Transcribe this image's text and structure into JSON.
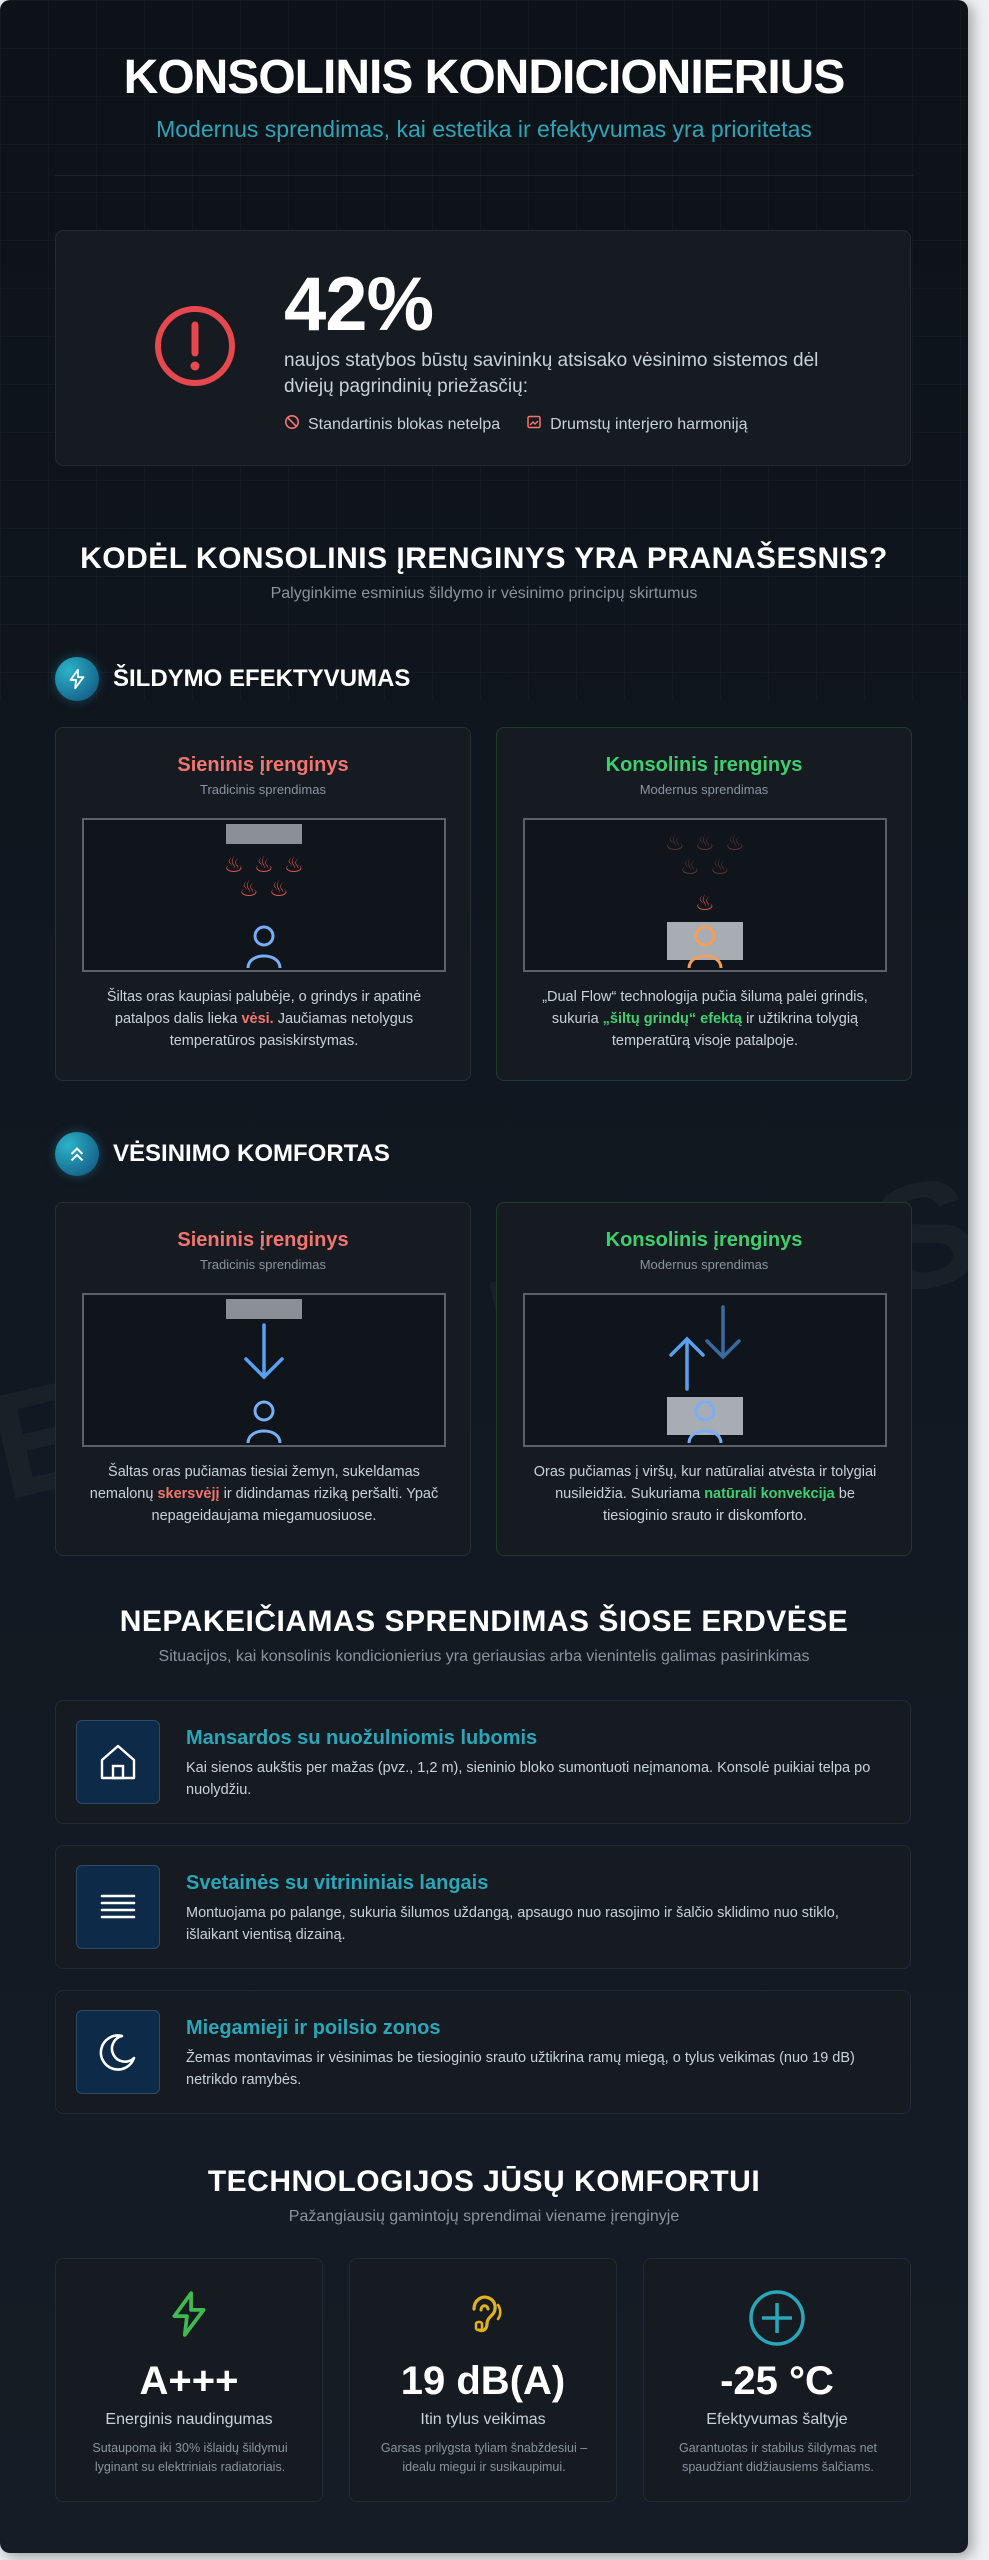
{
  "header": {
    "title": "KONSOLINIS KONDICIONIERIUS",
    "subtitle": "Modernus sprendimas, kai estetika ir efektyvumas yra prioritetas"
  },
  "stat": {
    "number": "42%",
    "percent": 42,
    "text": "naujos statybos būstų savininkų atsisako vėsinimo sistemos dėl dviejų pagrindinių priežasčių:",
    "reasons": [
      {
        "label": "Standartinis blokas netelpa",
        "icon": "prohibited-icon"
      },
      {
        "label": "Drumstų interjero harmoniją",
        "icon": "broken-image-icon"
      }
    ],
    "icon": "alert-circle-icon"
  },
  "why": {
    "title": "KODĖL KONSOLINIS ĮRENGINYS YRA PRANAŠESNIS?",
    "subtitle": "Palyginkime esminius šildymo ir vėsinimo principų skirtumus"
  },
  "heating": {
    "title": "ŠILDYMO EFEKTYVUMAS",
    "icon": "lightning-icon",
    "wall": {
      "title": "Sieninis įrenginys",
      "subtitle": "Tradicinis sprendimas",
      "desc_1": "Šiltas oras kaupiasi palubėje, o grindys ir apatinė patalpos dalis lieka ",
      "desc_hl": "vėsi.",
      "desc_2": " Jaučiamas netolygus temperatūros pasiskirstymas."
    },
    "console": {
      "title": "Konsolinis įrenginys",
      "subtitle": "Modernus sprendimas",
      "desc_1": "„Dual Flow“ technologija pučia šilumą palei grindis, sukuria ",
      "desc_hl": "„šiltų grindų“ efektą",
      "desc_2": " ir užtikrina tolygią temperatūrą visoje patalpoje."
    }
  },
  "cooling": {
    "title": "VĖSINIMO KOMFORTAS",
    "icon": "double-chevron-up-icon",
    "wall": {
      "title": "Sieninis įrenginys",
      "subtitle": "Tradicinis sprendimas",
      "desc_1": "Šaltas oras pučiamas tiesiai žemyn, sukeldamas nemalonų ",
      "desc_hl": "skersvėjį",
      "desc_2": " ir didindamas riziką peršalti. Ypač nepageidaujama miegamuosiuose."
    },
    "console": {
      "title": "Konsolinis įrenginys",
      "subtitle": "Modernus sprendimas",
      "desc_1": "Oras pučiamas į viršų, kur natūraliai atvėsta ir tolygiai nusileidžia. Sukuriama ",
      "desc_hl": "natūrali konvekcija",
      "desc_2": " be tiesioginio srauto ir diskomforto."
    }
  },
  "watermark": "ESINIMAS L",
  "spaces": {
    "title": "NEPAKEIČIAMAS SPRENDIMAS ŠIOSE ERDVĖSE",
    "subtitle": "Situacijos, kai konsolinis kondicionierius yra geriausias arba vienintelis galimas pasirinkimas",
    "items": [
      {
        "title": "Mansardos su nuožulniomis lubomis",
        "text": "Kai sienos aukštis per mažas (pvz., 1,2 m), sieninio bloko sumontuoti neįmanoma. Konsolė puikiai telpa po nuolydžiu.",
        "icon": "house-icon"
      },
      {
        "title": "Svetainės su vitrininiais langais",
        "text": "Montuojama po palange, sukuria šilumos uždangą, apsaugo nuo rasojimo ir šalčio sklidimo nuo stiklo, išlaikant vientisą dizainą.",
        "icon": "menu-lines-icon"
      },
      {
        "title": "Miegamieji ir poilsio zonos",
        "text": "Žemas montavimas ir vėsinimas be tiesioginio srauto užtikrina ramų miegą, o tylus veikimas (nuo 19 dB) netrikdo ramybės.",
        "icon": "moon-icon"
      }
    ]
  },
  "tech": {
    "title": "TECHNOLOGIJOS JŪSŲ KOMFORTUI",
    "subtitle": "Pažangiausių gamintojų sprendimai viename įrenginyje",
    "items": [
      {
        "value": "A+++",
        "label": "Energinis naudingumas",
        "desc": "Sutaupoma iki 30% išlaidų šildymui lyginant su elektriniais radiatoriais.",
        "icon": "lightning-icon",
        "color": "#3fb950"
      },
      {
        "value": "19 dB(A)",
        "label": "Itin tylus veikimas",
        "desc": "Garsas prilygsta tyliam šnabždesiui – idealu miegui ir susikaupimui.",
        "icon": "ear-icon",
        "color": "#e3b21a"
      },
      {
        "value": "-25 °C",
        "label": "Efektyvumas šaltyje",
        "desc": "Garantuotas ir stabilus šildymas net spaudžiant didžiausiems šalčiams.",
        "icon": "plus-circle-icon",
        "color": "#2aa6b8"
      }
    ]
  },
  "colors": {
    "accent": "#2aa6b8",
    "bad": "#f2766f",
    "good": "#3fcf6e",
    "alert": "#e5484d"
  }
}
